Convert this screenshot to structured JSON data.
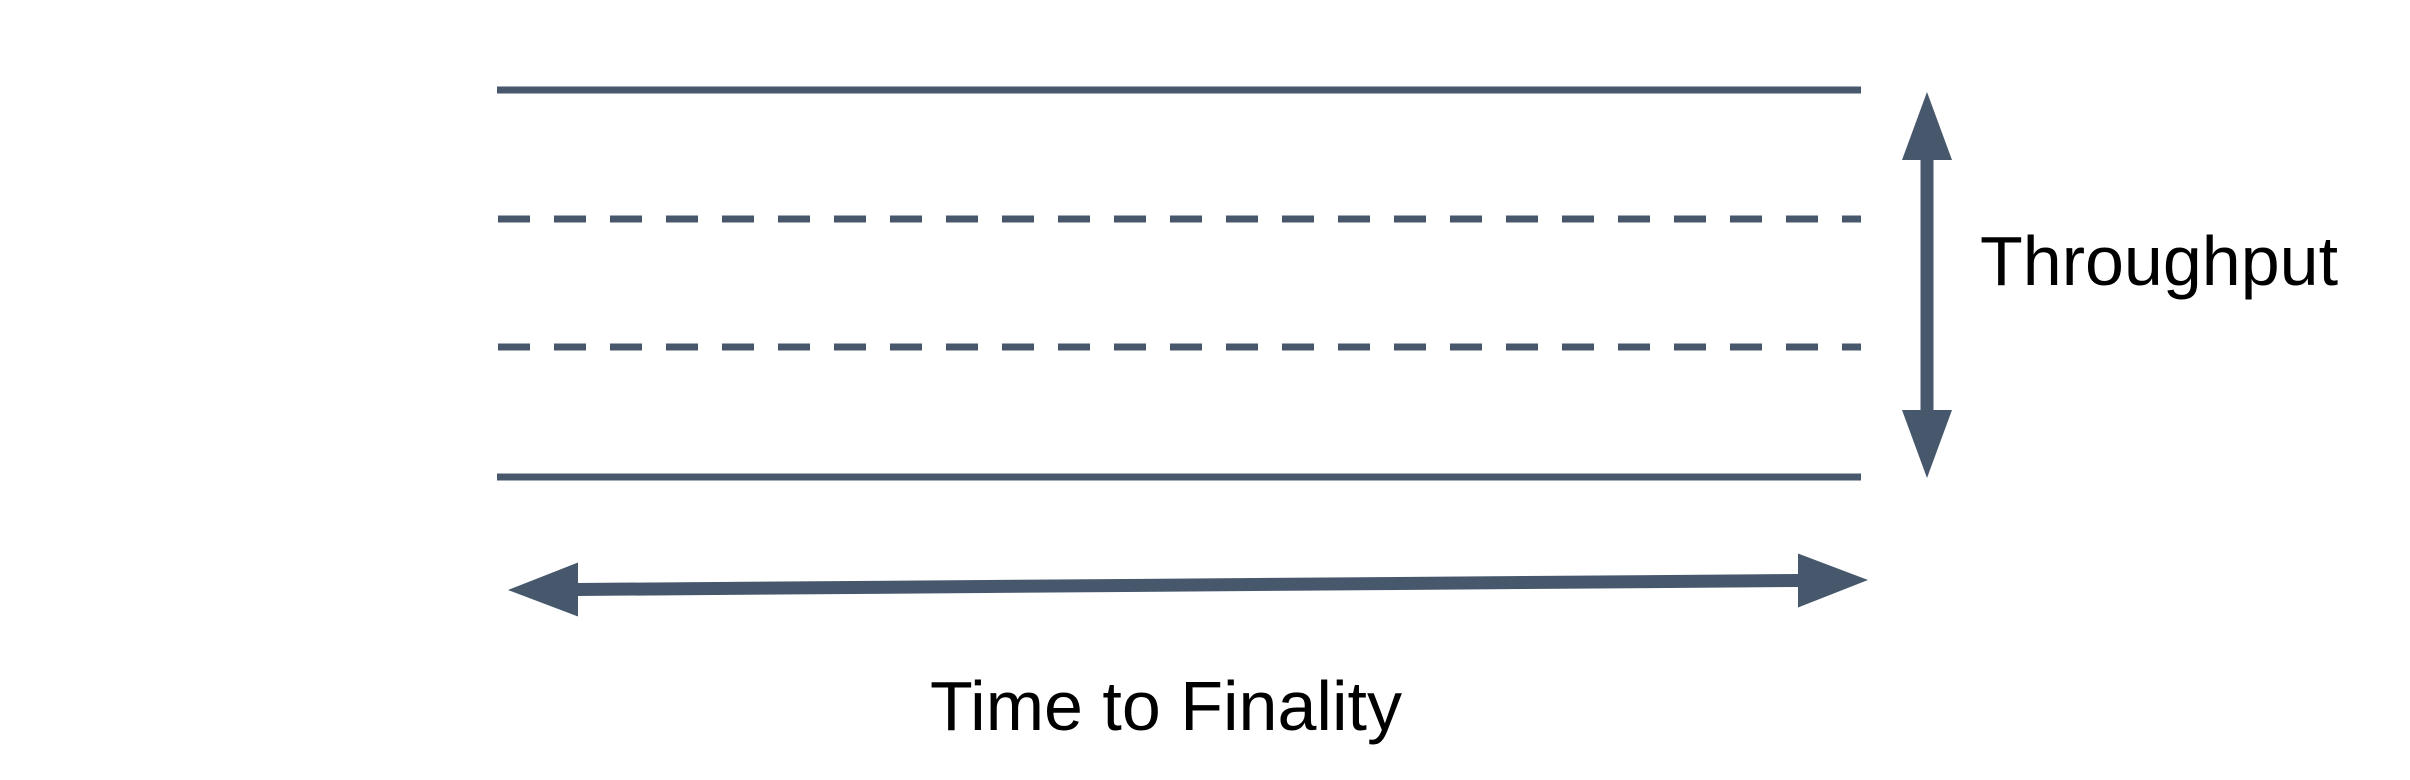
{
  "labels": {
    "throughput": "Throughput",
    "time_to_finality": "Time to Finality"
  },
  "colors": {
    "line": "#47586d",
    "text": "#000000",
    "background": "#ffffff"
  },
  "diagram": {
    "type": "band-tradeoff-diagram",
    "lines": [
      {
        "name": "top-boundary",
        "style": "solid"
      },
      {
        "name": "lane-divider-1",
        "style": "dashed"
      },
      {
        "name": "lane-divider-2",
        "style": "dashed"
      },
      {
        "name": "bottom-boundary",
        "style": "solid"
      }
    ],
    "arrows": [
      {
        "name": "throughput-arrow",
        "orientation": "vertical",
        "double_headed": true,
        "label": "Throughput"
      },
      {
        "name": "time-to-finality-arrow",
        "orientation": "horizontal",
        "double_headed": true,
        "label": "Time to Finality"
      }
    ]
  }
}
